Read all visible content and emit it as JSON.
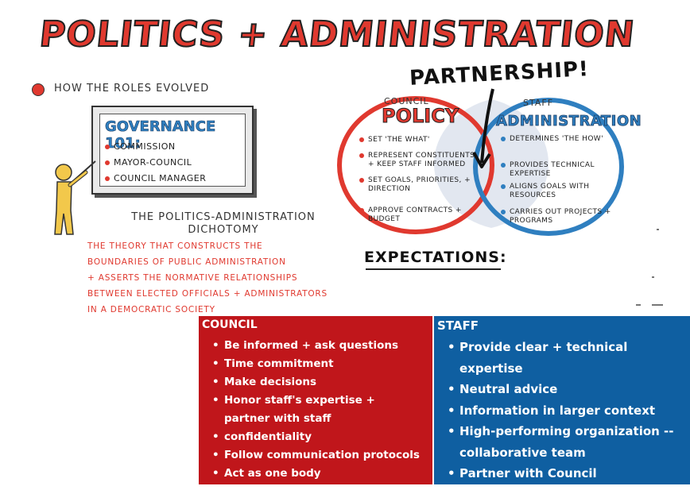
{
  "title": "POLITICS + ADMINISTRATION",
  "roles_label": "HOW THE ROLES EVOLVED",
  "governance": {
    "title": "GOVERNANCE 101:",
    "items": [
      "COMMISSION",
      "MAYOR-COUNCIL",
      "COUNCIL MANAGER"
    ]
  },
  "dichotomy": {
    "line1": "THE POLITICS-ADMINISTRATION",
    "line2": "DICHOTOMY"
  },
  "theory_lines": [
    "THE THEORY THAT CONSTRUCTS THE",
    "BOUNDARIES OF PUBLIC ADMINISTRATION",
    "+ ASSERTS THE NORMATIVE RELATIONSHIPS",
    "BETWEEN ELECTED OFFICIALS + ADMINISTRATORS",
    "IN A DEMOCRATIC SOCIETY"
  ],
  "partnership": "PARTNERSHIP!",
  "council_circle": {
    "subtitle": "COUNCIL",
    "title": "POLICY",
    "items": [
      "SET 'THE WHAT'",
      "REPRESENT CONSTITUENTS + KEEP STAFF INFORMED",
      "SET GOALS, PRIORITIES, + DIRECTION",
      "APPROVE CONTRACTS + BUDGET"
    ]
  },
  "staff_circle": {
    "subtitle": "STAFF",
    "title": "ADMINISTRATION",
    "items": [
      "DETERMINES 'THE HOW'",
      "PROVIDES TECHNICAL EXPERTISE",
      "ALIGNS GOALS WITH RESOURCES",
      "CARRIES OUT PROJECTS + PROGRAMS"
    ]
  },
  "expectations": "EXPECTATIONS:",
  "council_panel": {
    "heading": "COUNCIL",
    "items": [
      "Be informed + ask questions",
      "Time commitment",
      "Make decisions",
      "Honor staff's expertise + partner with staff",
      "confidentiality",
      "Follow communication protocols",
      "Act as one body"
    ]
  },
  "staff_panel": {
    "heading": "STAFF",
    "items": [
      "Provide clear + technical expertise",
      "Neutral advice",
      "Information in larger context",
      "High-performing organization -- collaborative team",
      "Partner with Council"
    ]
  },
  "colors": {
    "red": "#e0392f",
    "blue": "#2f7fc0",
    "council_panel_bg": "#c0161b",
    "staff_panel_bg": "#0f5fa1"
  },
  "icons": [
    "presenter-figure-icon",
    "down-arrow-icon",
    "bullet-dot-icon"
  ]
}
